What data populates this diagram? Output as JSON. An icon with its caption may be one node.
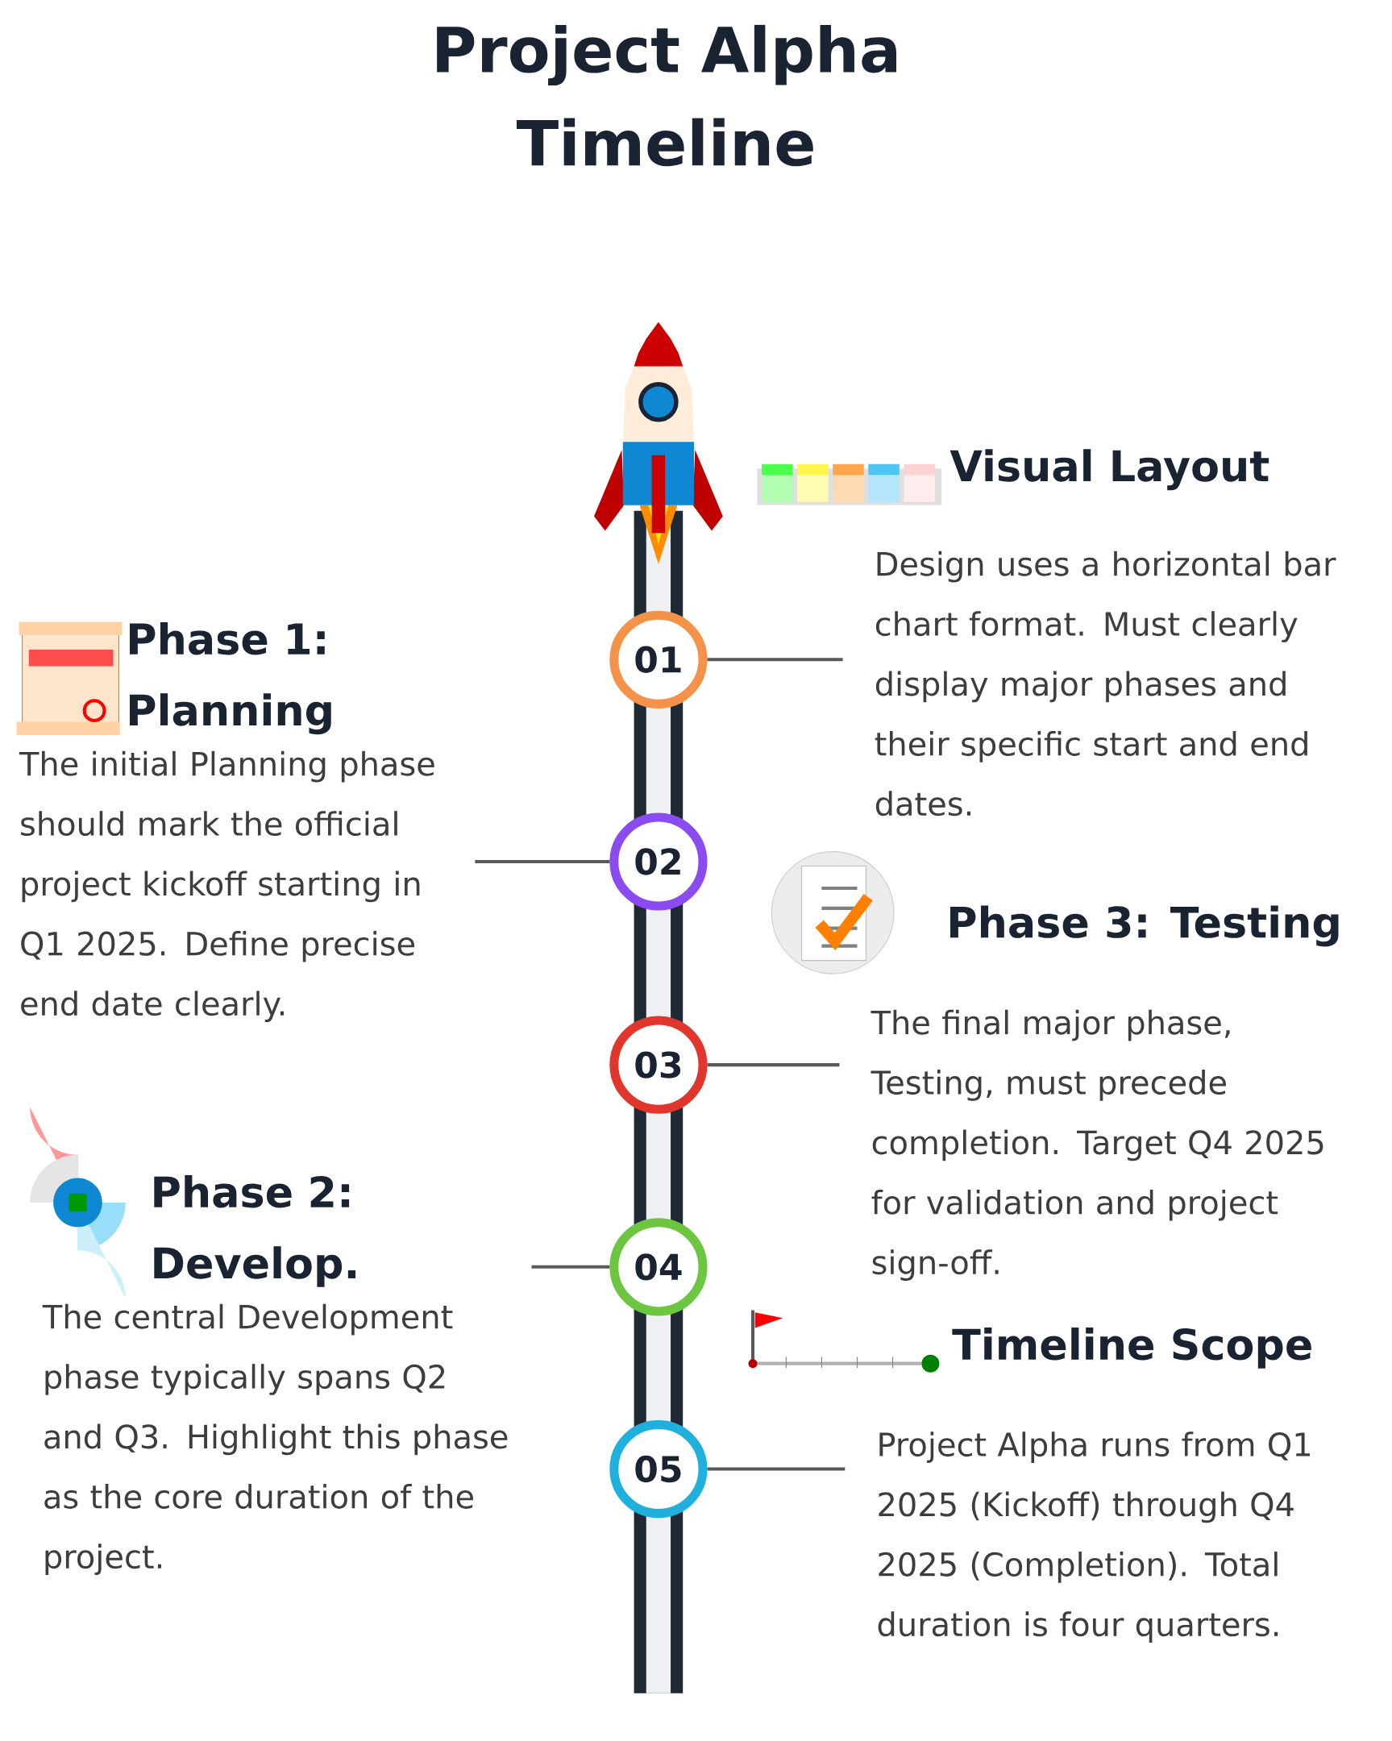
{
  "diagram": {
    "title": "Project Alpha Timeline",
    "nodes": [
      {
        "text": [
          "01"
        ]
      },
      {
        "text": [
          "Visual Layout",
          "Design uses a horizontal bar chart format. Must clearly display major phases and their specific start and end dates."
        ]
      },
      {
        "text": [
          "02"
        ]
      },
      {
        "text": [
          "Phase 1: Planning",
          "The initial Planning phase should mark the official project kickoff starting in Q1 2025. Define precise end date clearly."
        ]
      },
      {
        "text": [
          "03"
        ]
      },
      {
        "text": [
          "Phase 3: Testing",
          "The final major phase, Testing, must precede completion. Target Q4 2025 for validation and project sign-off."
        ]
      },
      {
        "text": [
          "04"
        ]
      },
      {
        "text": [
          "Phase 2: Develop.",
          "The central Development phase typically spans Q2 and Q3. Highlight this phase as the core duration of the project."
        ]
      },
      {
        "text": [
          "05"
        ]
      },
      {
        "text": [
          "Timeline Scope",
          "Project Alpha runs from Q1 2025 (Kickoff) through Q4 2025 (Completion). Total duration is four quarters."
        ]
      }
    ],
    "edges": [
      {
        "from": 0,
        "to": 1,
        "arrow": "none"
      },
      {
        "from": 2,
        "to": 3,
        "arrow": "none"
      },
      {
        "from": 4,
        "to": 5,
        "arrow": "none"
      },
      {
        "from": 6,
        "to": 7,
        "arrow": "none"
      },
      {
        "from": 8,
        "to": 9,
        "arrow": "none"
      }
    ]
  }
}
